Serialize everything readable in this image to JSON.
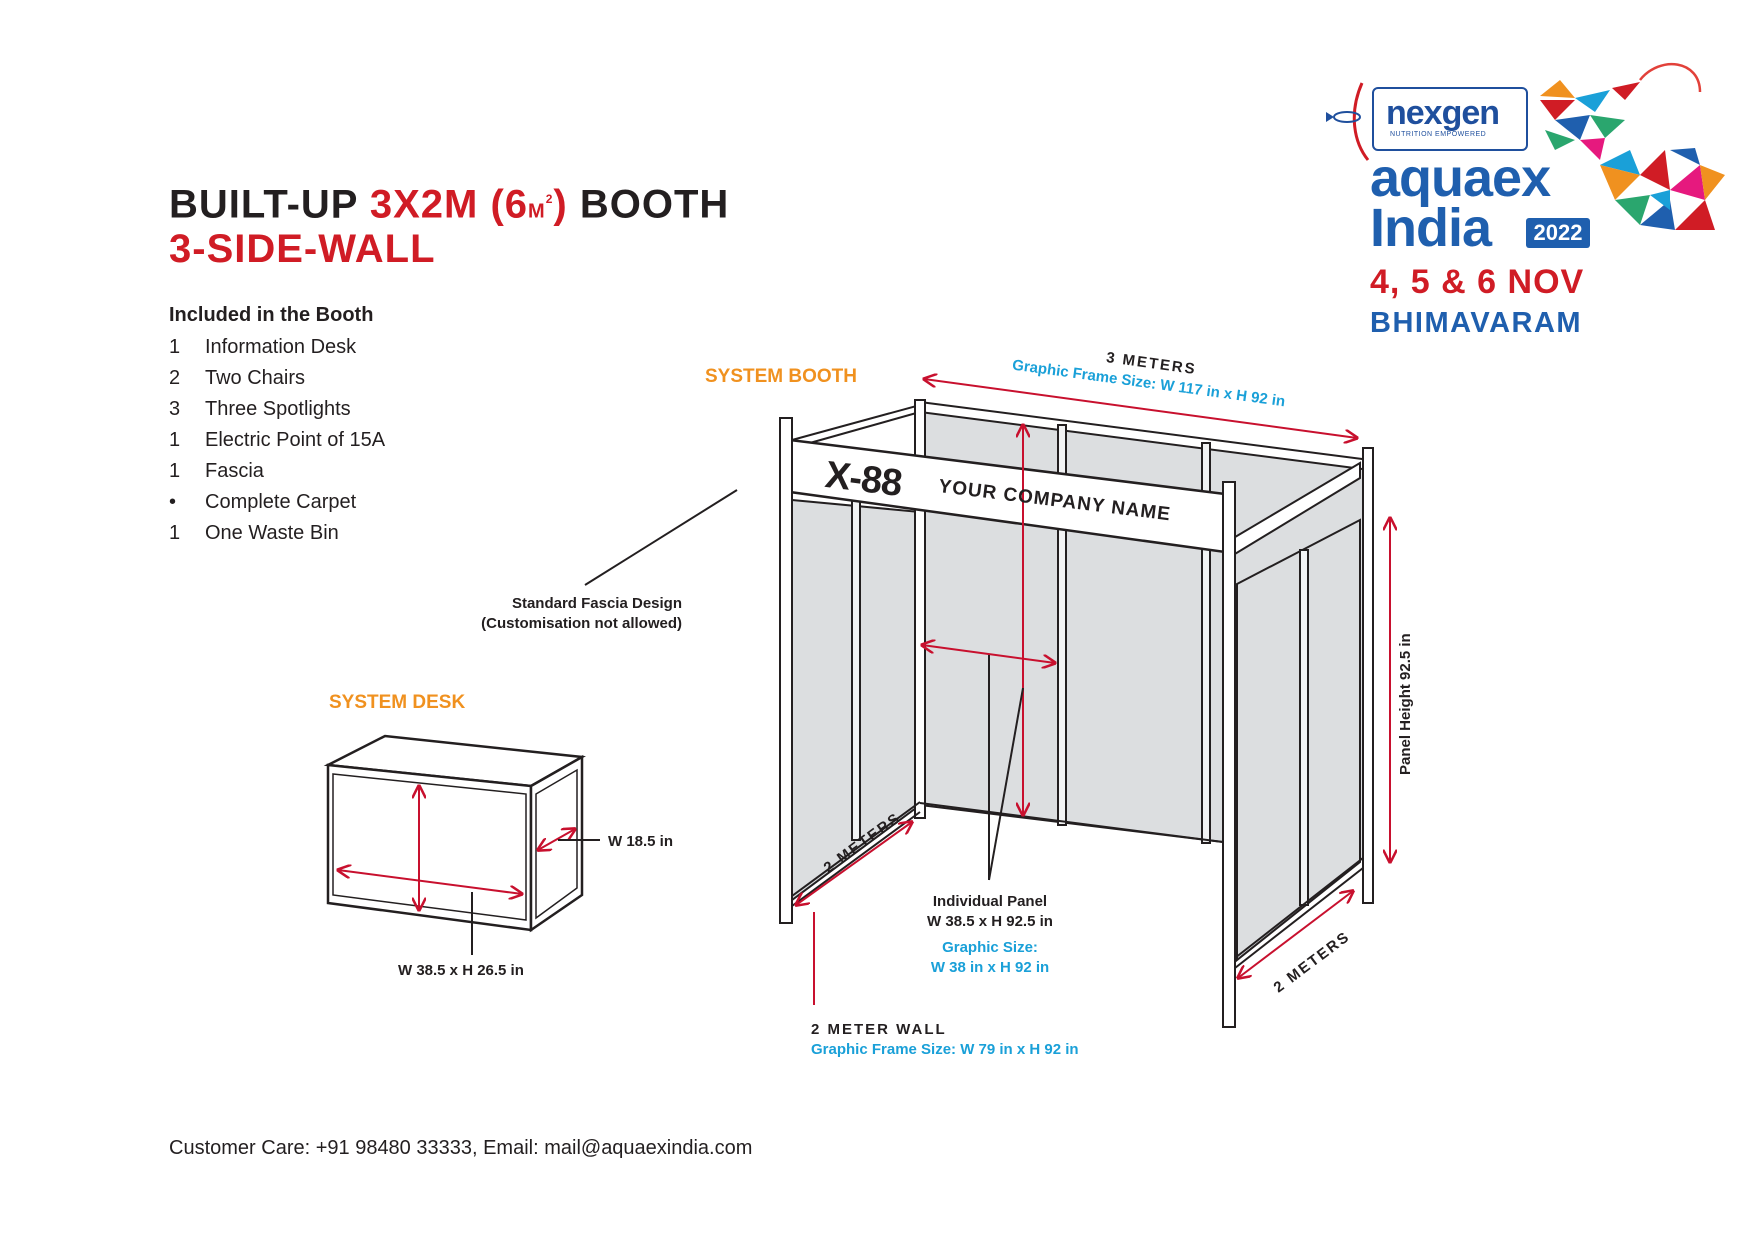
{
  "header": {
    "title_part1": "BUILT-UP ",
    "title_size": "3X2M",
    "title_area_open": " (6",
    "title_area_unit": "M",
    "title_area_sup": "2",
    "title_area_close": ")",
    "title_part2": " BOOTH",
    "subtitle": "3-SIDE-WALL"
  },
  "included": {
    "heading": "Included in the Booth",
    "items": [
      {
        "qty": "1",
        "label": "Information Desk"
      },
      {
        "qty": "2",
        "label": "Two Chairs"
      },
      {
        "qty": "3",
        "label": "Three Spotlights"
      },
      {
        "qty": "1",
        "label": "Electric Point of 15A"
      },
      {
        "qty": "1",
        "label": "Fascia"
      },
      {
        "qty": "•",
        "label": "Complete Carpet"
      },
      {
        "qty": "1",
        "label": "One Waste Bin"
      }
    ]
  },
  "booth": {
    "section_label": "SYSTEM BOOTH",
    "fascia_number": "X-88",
    "fascia_company": "YOUR COMPANY NAME",
    "top_dimension": "3 METERS",
    "top_graphic": "Graphic Frame Size: W 117 in x H 92 in",
    "left_depth": "2 METERS",
    "right_depth": "2 METERS",
    "panel_height": "Panel Height  92.5 in",
    "fascia_note_line1": "Standard Fascia Design",
    "fascia_note_line2": "(Customisation not allowed)",
    "panel_line1": "Individual Panel",
    "panel_line2": "W 38.5 x H 92.5 in",
    "panel_graphic_line1": "Graphic Size:",
    "panel_graphic_line2": "W 38 in x H 92 in",
    "wall_label": "2 METER WALL",
    "wall_graphic": "Graphic Frame Size: W 79 in x H 92 in"
  },
  "desk": {
    "section_label": "SYSTEM DESK",
    "depth_label": "W 18.5 in",
    "size_label": "W 38.5 x H 26.5 in"
  },
  "footer": {
    "contact": "Customer Care: +91 98480 33333, Email: mail@aquaexindia.com"
  },
  "logo": {
    "sponsor": "nexgen",
    "sponsor_tagline": "NUTRITION  EMPOWERED",
    "event_line1": "aquaex",
    "event_line2": "India",
    "year": "2022",
    "dates": "4, 5 & 6 NOV",
    "venue": "BHIMAVARAM"
  },
  "colors": {
    "accent_red": "#d01c25",
    "accent_orange": "#f0911f",
    "accent_blue": "#1aa0d8",
    "brand_blue": "#1f5fae",
    "panel_grey": "#dcdee0",
    "dimension_red": "#c8102e"
  }
}
